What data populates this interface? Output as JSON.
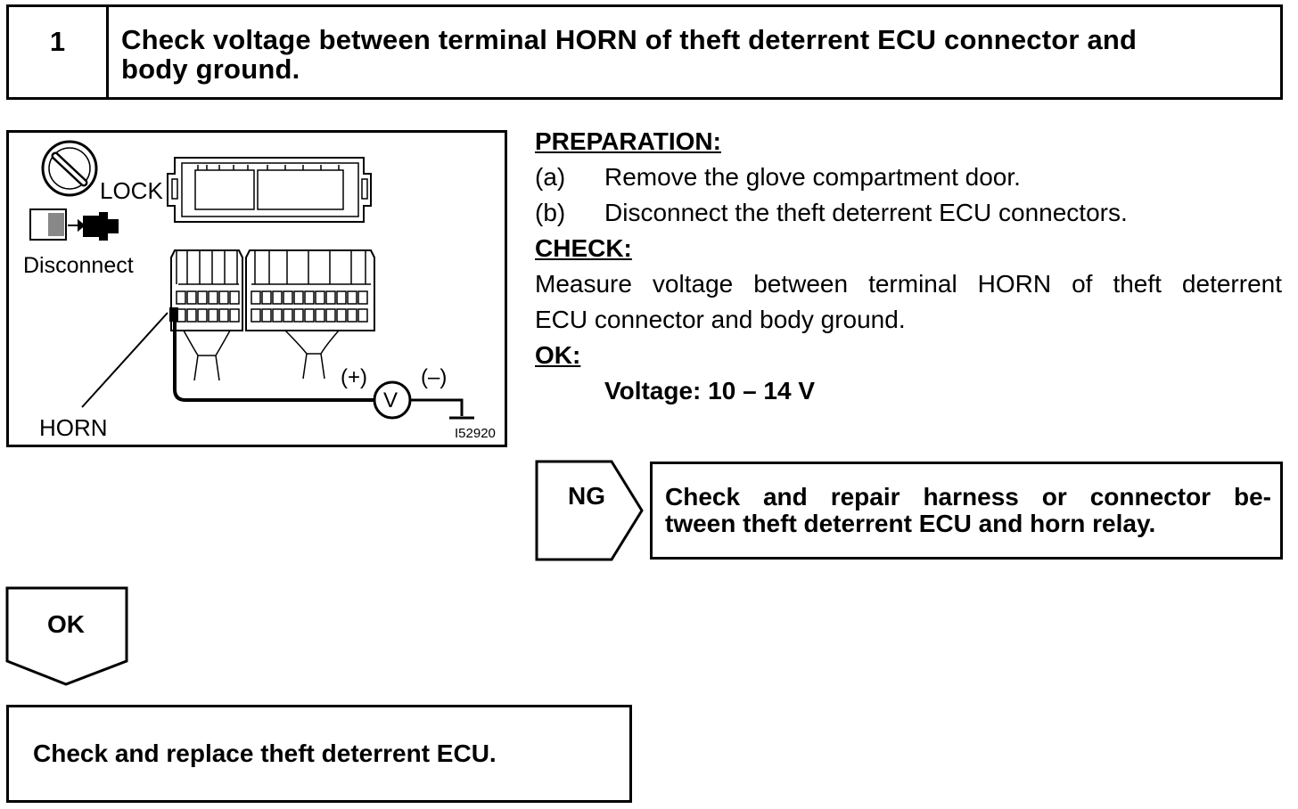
{
  "step": {
    "number": "1",
    "title_line1": "Check voltage between terminal HORN of theft deterrent ECU connector and",
    "title_line2": "body ground."
  },
  "figure": {
    "lock_label": "LOCK",
    "disconnect_label": "Disconnect",
    "horn_label": "HORN",
    "plus_label": "(+)",
    "minus_label": "(–)",
    "meter_label": "V",
    "figure_code": "I52920",
    "icons": [
      "ignition-lock-icon",
      "disconnect-connector-icon",
      "voltmeter-icon",
      "ground-symbol-icon"
    ]
  },
  "preparation": {
    "heading": "PREPARATION:",
    "steps": [
      {
        "marker": "(a)",
        "text": "Remove the glove compartment door."
      },
      {
        "marker": "(b)",
        "text": "Disconnect the theft deterrent ECU connectors."
      }
    ]
  },
  "check": {
    "heading": "CHECK:",
    "line1": "Measure voltage between terminal HORN of theft deterrent",
    "line2": "ECU connector and body ground."
  },
  "ok_spec": {
    "heading": "OK:",
    "value": "Voltage: 10 – 14 V"
  },
  "flow": {
    "ng_label": "NG",
    "ng_action_line1": "Check and repair harness or connector be-",
    "ng_action_line2": "tween theft deterrent ECU and horn relay.",
    "ok_label": "OK",
    "ok_action": "Check and replace theft deterrent ECU."
  }
}
